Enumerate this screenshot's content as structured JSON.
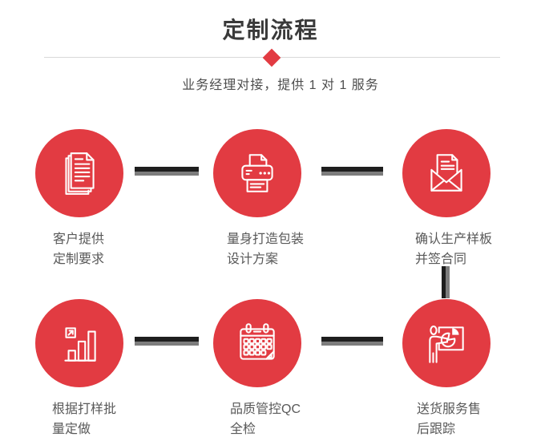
{
  "header": {
    "title": "定制流程",
    "subtitle": "业务经理对接，提供 1 对 1 服务"
  },
  "colors": {
    "accent_red": "#e23b42",
    "icon_stroke": "#ffffff",
    "connector_dark": "#1e1e1e",
    "connector_gray": "#7d7d7d",
    "divider": "#d9d9d9",
    "title_text": "#3a3a3a",
    "label_text": "#595959"
  },
  "steps": [
    {
      "icon": "documents-icon",
      "line1": "客户提供",
      "line2": "定制要求"
    },
    {
      "icon": "printer-icon",
      "line1": "量身打造包装",
      "line2": "设计方案"
    },
    {
      "icon": "envelope-icon",
      "line1": "确认生产样板",
      "line2": "并签合同"
    },
    {
      "icon": "bar-chart-icon",
      "line1": "根据打样批",
      "line2": "量定做"
    },
    {
      "icon": "calendar-icon",
      "line1": "品质管控QC",
      "line2": "全检"
    },
    {
      "icon": "presentation-icon",
      "line1": "送货服务售",
      "line2": "后跟踪"
    }
  ]
}
